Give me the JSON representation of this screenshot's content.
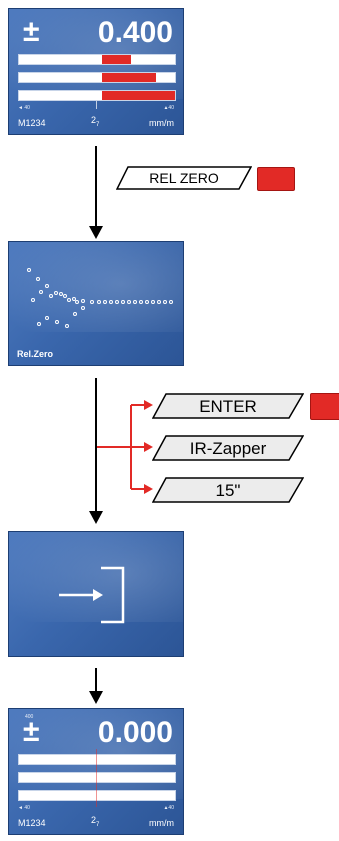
{
  "screen1": {
    "sign": "±",
    "value": "0.400",
    "bar_fills": [
      {
        "from": 0.53,
        "to": 0.72
      },
      {
        "from": 0.53,
        "to": 0.88
      },
      {
        "from": 0.53,
        "to": 1.0
      }
    ],
    "scale_left": "◄ 40",
    "scale_right": "▲40",
    "footer_left": "M1234",
    "footer_mid": "2",
    "footer_mid_sub": "7",
    "footer_right": "mm/m"
  },
  "step1": {
    "key_label": "REL ZERO"
  },
  "screen2": {
    "label": "Rel.Zero"
  },
  "step2": {
    "keys": [
      "ENTER",
      "IR-Zapper",
      "15\""
    ]
  },
  "screen4": {
    "sign": "±",
    "value": "0.000",
    "scale_top": "400",
    "scale_left": "◄ 40",
    "scale_right": "▲40",
    "footer_left": "M1234",
    "footer_mid": "2",
    "footer_mid_sub": "7",
    "footer_right": "mm/m"
  },
  "colors": {
    "screen_blue": "#3a67ad",
    "indicator_red": "#e22a26",
    "arrow_red": "#e22a26"
  }
}
